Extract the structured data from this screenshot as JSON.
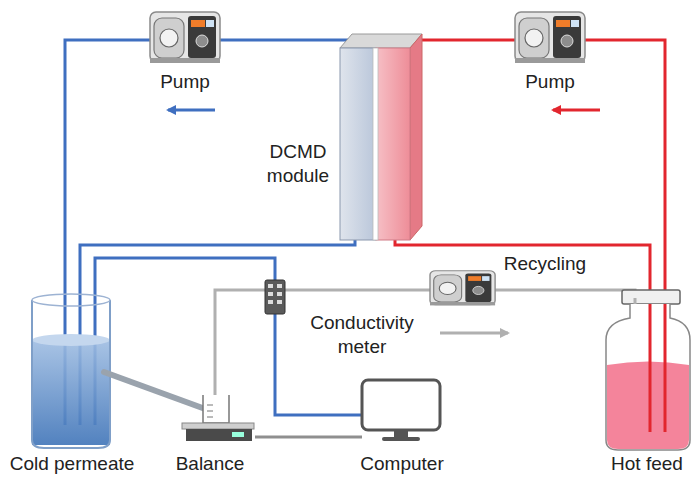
{
  "diagram": {
    "labels": [
      "Pump",
      "Pump",
      "DCMD module",
      "Recycling",
      "Conductivity meter",
      "Cold permeate",
      "Balance",
      "Computer",
      "Hot feed"
    ]
  }
}
